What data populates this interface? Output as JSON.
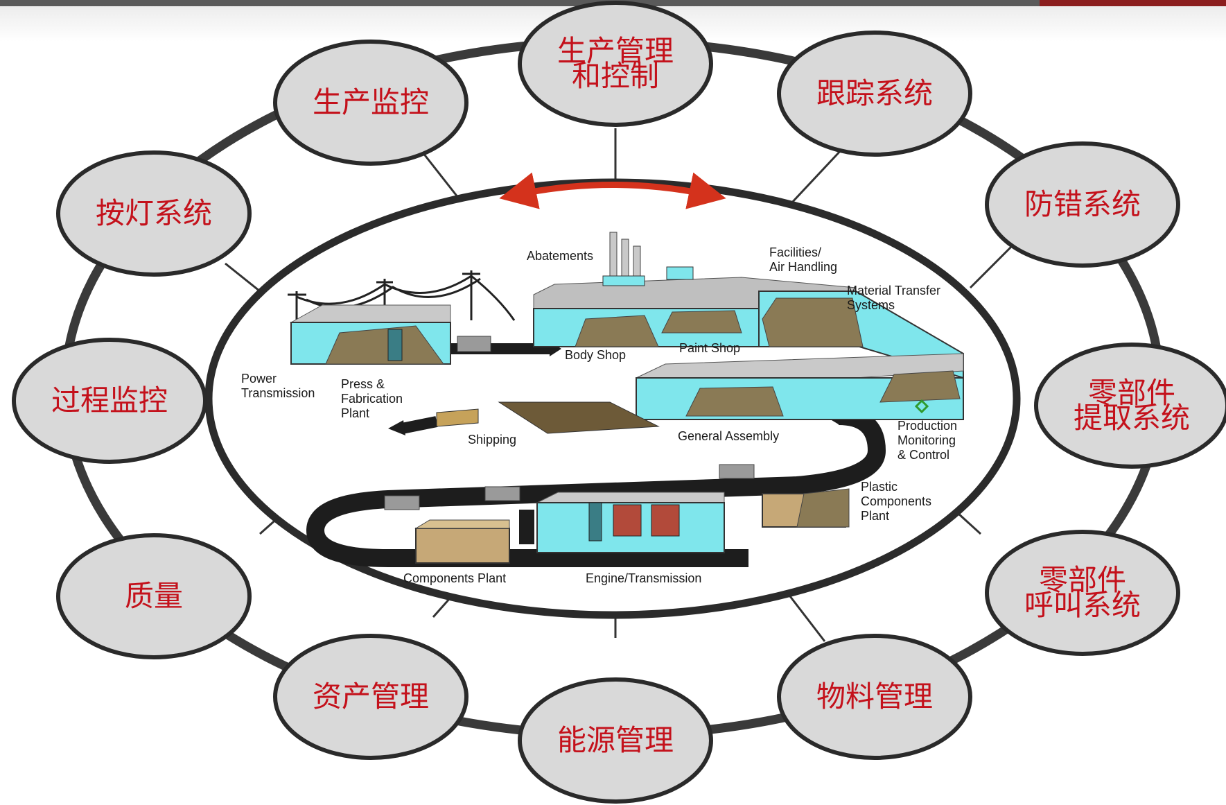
{
  "colors": {
    "node_fill": "#d9d9d9",
    "node_stroke": "#2a2a2a",
    "node_text": "#c4111b",
    "ring": "#3a3a3a",
    "arrow": "#d4321c",
    "top_bar": "#5a5a5a",
    "top_bar_accent": "#8b1e1e"
  },
  "systems": [
    {
      "id": "production-control",
      "lines": [
        "生产管理",
        "和控制"
      ]
    },
    {
      "id": "tracking",
      "lines": [
        "跟踪系统"
      ]
    },
    {
      "id": "error-proofing",
      "lines": [
        "防错系统"
      ]
    },
    {
      "id": "parts-pull",
      "lines": [
        "零部件",
        "提取系统"
      ]
    },
    {
      "id": "parts-call",
      "lines": [
        "零部件",
        "呼叫系统"
      ]
    },
    {
      "id": "material-mgmt",
      "lines": [
        "物料管理"
      ]
    },
    {
      "id": "energy-mgmt",
      "lines": [
        "能源管理"
      ]
    },
    {
      "id": "asset-mgmt",
      "lines": [
        "资产管理"
      ]
    },
    {
      "id": "quality",
      "lines": [
        "质量"
      ]
    },
    {
      "id": "process-monitoring",
      "lines": [
        "过程监控"
      ]
    },
    {
      "id": "andon",
      "lines": [
        "按灯系统"
      ]
    },
    {
      "id": "production-monitoring",
      "lines": [
        "生产监控"
      ]
    }
  ],
  "plant_labels": [
    {
      "id": "abatements",
      "lines": [
        "Abatements"
      ]
    },
    {
      "id": "facilities",
      "lines": [
        "Facilities/",
        "Air Handling"
      ]
    },
    {
      "id": "material-transfer",
      "lines": [
        "Material Transfer",
        "Systems"
      ]
    },
    {
      "id": "power",
      "lines": [
        "Power",
        "Transmission"
      ]
    },
    {
      "id": "press",
      "lines": [
        "Press &",
        "Fabrication",
        "Plant"
      ]
    },
    {
      "id": "body-shop",
      "lines": [
        "Body Shop"
      ]
    },
    {
      "id": "paint-shop",
      "lines": [
        "Paint Shop"
      ]
    },
    {
      "id": "shipping",
      "lines": [
        "Shipping"
      ]
    },
    {
      "id": "general-assembly",
      "lines": [
        "General Assembly"
      ]
    },
    {
      "id": "production-monitoring",
      "lines": [
        "Production",
        "Monitoring",
        "& Control"
      ]
    },
    {
      "id": "plastic",
      "lines": [
        "Plastic",
        "Components",
        "Plant"
      ]
    },
    {
      "id": "components",
      "lines": [
        "Components Plant"
      ]
    },
    {
      "id": "engine",
      "lines": [
        "Engine/Transmission"
      ]
    }
  ]
}
